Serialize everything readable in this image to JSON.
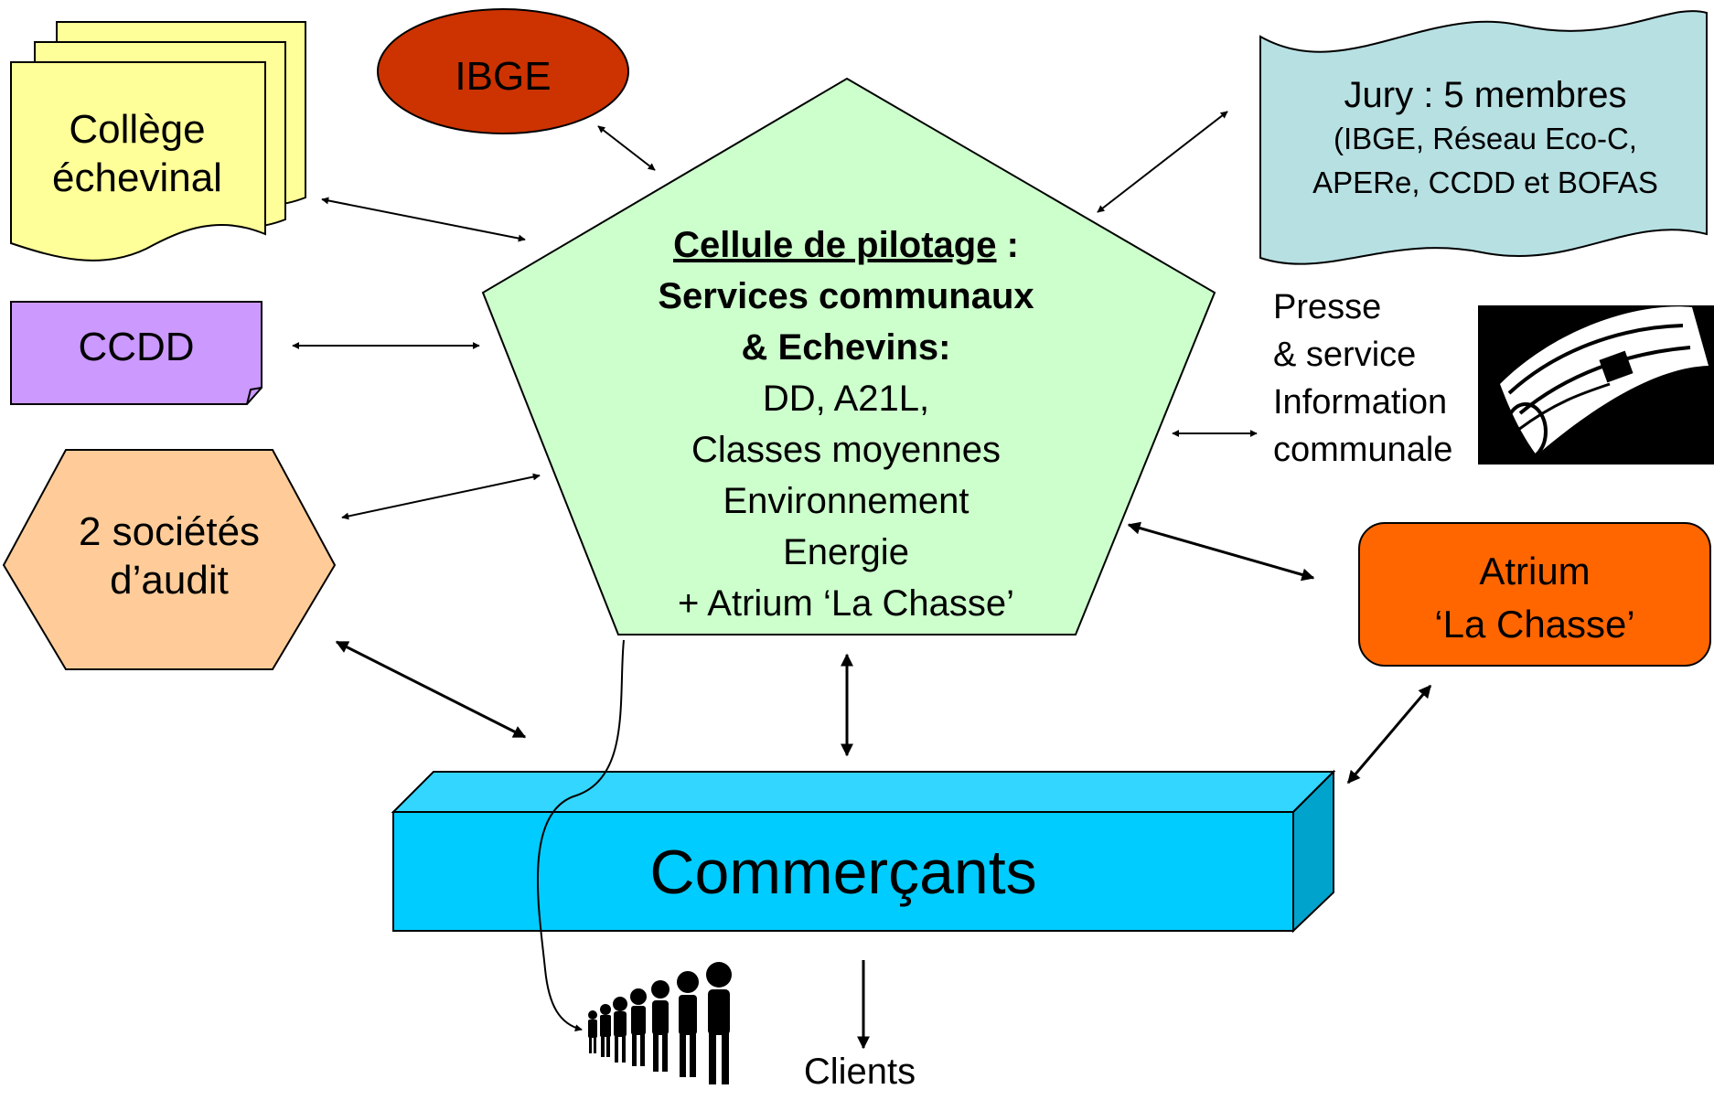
{
  "nodes": {
    "college": {
      "line1": "Collège",
      "line2": "échevinal",
      "fill": "#FFFF99"
    },
    "ibge": {
      "label": "IBGE",
      "fill": "#CC3300"
    },
    "ccdd": {
      "label": "CCDD",
      "fill": "#CC99FF"
    },
    "audit": {
      "line1": "2 sociétés",
      "line2": "d’audit",
      "fill": "#FFCC99"
    },
    "cellule": {
      "title_underlined": "Cellule de pilotage",
      "title_rest": " :",
      "bold_line2": "Services communaux",
      "bold_line3": "& Echevins:",
      "line4": "DD, A21L,",
      "line5": "Classes moyennes",
      "line6": "Environnement",
      "line7": "Energie",
      "line8": "+ Atrium ‘La Chasse’",
      "fill": "#CCFFCC"
    },
    "jury": {
      "line1": "Jury : 5 membres",
      "line2": "(IBGE, Réseau Eco-C,",
      "line3": "APERe, CCDD  et BOFAS",
      "fill": "#B7E0E3"
    },
    "presse": {
      "line1": "Presse",
      "line2": "& service",
      "line3": "Information",
      "line4": "communale",
      "icon": "newspaper-icon"
    },
    "atrium": {
      "line1": "Atrium",
      "line2": "‘La Chasse’",
      "fill": "#FF6600"
    },
    "commercants": {
      "label": "Commerçants",
      "fill": "#00CCFF"
    },
    "clients": {
      "label": "Clients",
      "icon": "people-queue-icon"
    }
  }
}
